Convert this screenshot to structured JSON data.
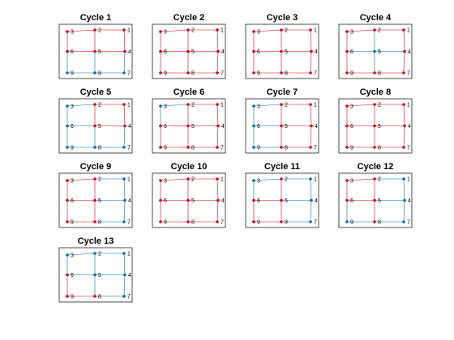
{
  "colors": {
    "red": "#d9001b",
    "blue": "#006fa6",
    "frame": "#000000"
  },
  "chart_data": {
    "type": "network-grid",
    "grid_on": false,
    "nodes": [
      {
        "id": "1",
        "x": 2.0,
        "y": 2.0
      },
      {
        "id": "2",
        "x": 1.0,
        "y": 2.0
      },
      {
        "id": "3",
        "x": 0.0,
        "y": 2.0
      },
      {
        "id": "4",
        "x": 2.0,
        "y": 1.0
      },
      {
        "id": "5",
        "x": 1.0,
        "y": 1.0
      },
      {
        "id": "6",
        "x": 0.0,
        "y": 1.0
      },
      {
        "id": "7",
        "x": 2.0,
        "y": 0.0
      },
      {
        "id": "8",
        "x": 1.0,
        "y": 0.0
      },
      {
        "id": "9",
        "x": 0.0,
        "y": 0.0
      }
    ],
    "edges": [
      [
        "3",
        "2"
      ],
      [
        "2",
        "1"
      ],
      [
        "6",
        "5"
      ],
      [
        "5",
        "4"
      ],
      [
        "9",
        "8"
      ],
      [
        "8",
        "7"
      ],
      [
        "3",
        "6"
      ],
      [
        "6",
        "9"
      ],
      [
        "2",
        "5"
      ],
      [
        "5",
        "8"
      ],
      [
        "1",
        "4"
      ],
      [
        "4",
        "7"
      ]
    ],
    "panels": [
      {
        "title": "Cycle 1",
        "red_nodes": [
          "1",
          "2",
          "3",
          "4",
          "5",
          "6"
        ]
      },
      {
        "title": "Cycle 2",
        "red_nodes": [
          "1",
          "2",
          "3",
          "4",
          "5",
          "6",
          "7",
          "8",
          "9"
        ]
      },
      {
        "title": "Cycle 3",
        "red_nodes": [
          "1",
          "2",
          "3",
          "4",
          "5",
          "6",
          "7",
          "8",
          "9"
        ]
      },
      {
        "title": "Cycle 4",
        "red_nodes": [
          "1",
          "2",
          "3",
          "4",
          "6",
          "7",
          "8",
          "9"
        ]
      },
      {
        "title": "Cycle 5",
        "red_nodes": [
          "1",
          "2",
          "4",
          "5"
        ]
      },
      {
        "title": "Cycle 6",
        "red_nodes": [
          "1",
          "2",
          "4",
          "5",
          "6",
          "7",
          "8",
          "9"
        ]
      },
      {
        "title": "Cycle 7",
        "red_nodes": [
          "1",
          "2",
          "4",
          "5",
          "7",
          "8"
        ]
      },
      {
        "title": "Cycle 8",
        "red_nodes": [
          "1",
          "2",
          "3",
          "4",
          "5",
          "6",
          "7",
          "8",
          "9"
        ]
      },
      {
        "title": "Cycle 9",
        "red_nodes": [
          "2",
          "3",
          "5",
          "6",
          "8",
          "9"
        ]
      },
      {
        "title": "Cycle 10",
        "red_nodes": [
          "1",
          "2",
          "3",
          "4",
          "5",
          "6",
          "7",
          "8",
          "9"
        ]
      },
      {
        "title": "Cycle 11",
        "red_nodes": [
          "2",
          "5",
          "6",
          "8",
          "9"
        ]
      },
      {
        "title": "Cycle 12",
        "red_nodes": [
          "2",
          "3",
          "5",
          "6",
          "8"
        ]
      },
      {
        "title": "Cycle 13",
        "red_nodes": [
          "6",
          "8",
          "9"
        ]
      }
    ]
  }
}
